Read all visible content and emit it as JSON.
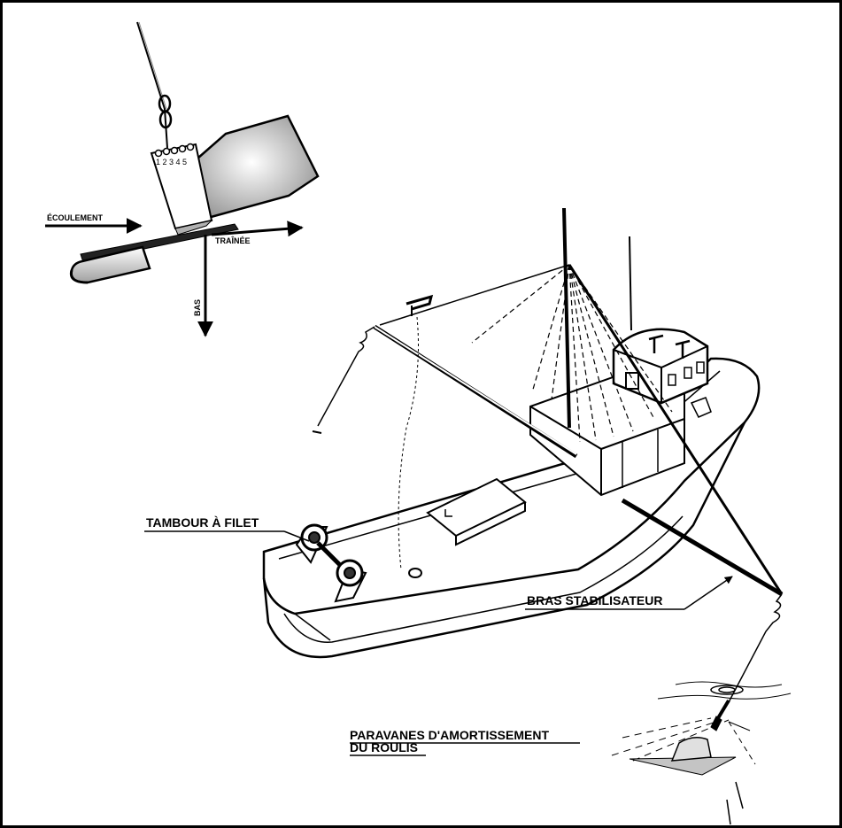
{
  "labels": {
    "ecoulement": "ÉCOULEMENT",
    "trainee": "TRAÎNÉE",
    "bas": "BAS",
    "tambour": "TAMBOUR À FILET",
    "bras": "BRAS STABILISATEUR",
    "paravanes_line1": "PARAVANES D'AMORTISSEMENT",
    "paravanes_line2": "DU ROULIS"
  },
  "hole_numbers": "1 2 3 4 5",
  "colors": {
    "ink": "#000000",
    "fill_gray": "#bdbdbd",
    "fill_light": "#e6e6e6"
  }
}
